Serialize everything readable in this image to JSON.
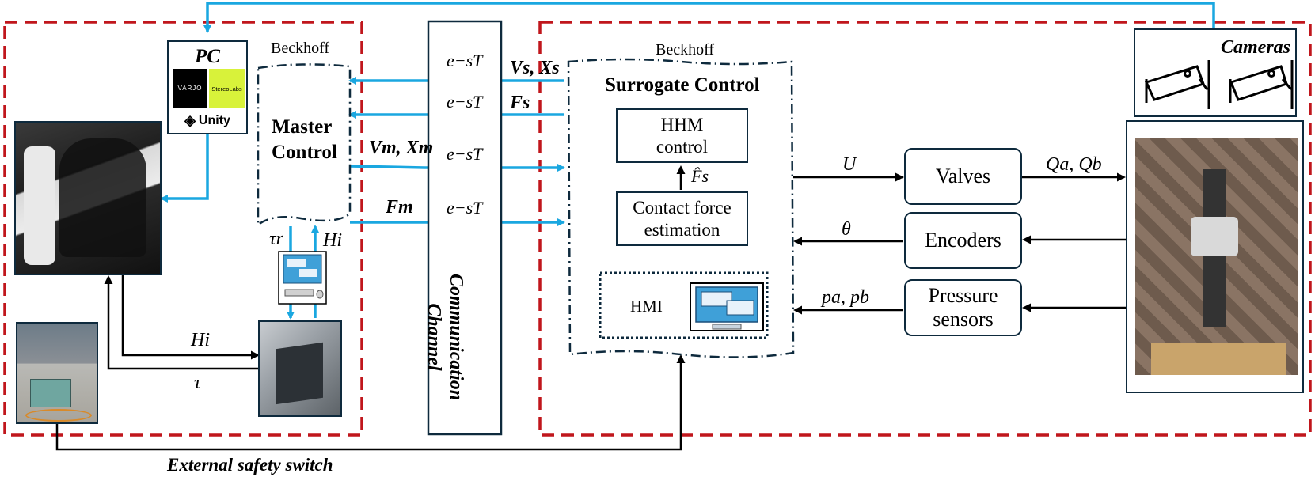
{
  "labels": {
    "pc": "PC",
    "varjo": "VARJO",
    "stereolabs": "StereoLabs",
    "unity": "Unity",
    "beckhoff_left": "Beckhoff",
    "beckhoff_right": "Beckhoff",
    "master_control_1": "Master",
    "master_control_2": "Control",
    "surrogate_control": "Surrogate Control",
    "hhm_control_1": "HHM",
    "hhm_control_2": "control",
    "contact_force_1": "Contact force",
    "contact_force_2": "estimation",
    "hmi": "HMI",
    "cameras": "Cameras",
    "valves": "Valves",
    "encoders": "Encoders",
    "pressure_1": "Pressure",
    "pressure_2": "sensors",
    "comm_channel_1": "Communication",
    "comm_channel_2": "Channel",
    "external_safety_switch": "External safety switch"
  },
  "signals": {
    "delay_1": "e−sT",
    "delay_2": "e−sT",
    "delay_3": "e−sT",
    "delay_4": "e−sT",
    "vs_xs": "Vs, Xs",
    "fs": "Fs",
    "vm_xm": "Vm, Xm",
    "fm": "Fm",
    "fs_hat": "F̂s",
    "u": "U",
    "theta": "θ",
    "pa_pb": "pa, pb",
    "qa_qb": "Qa, Qb",
    "tau_r": "τr",
    "h_i_top": "Hi",
    "h_i_bottom": "Hi",
    "tau": "τ"
  },
  "colors": {
    "dashed_border": "#c0161c",
    "signal_blue": "#1aa7e0",
    "box_border": "#0e2a3d"
  }
}
